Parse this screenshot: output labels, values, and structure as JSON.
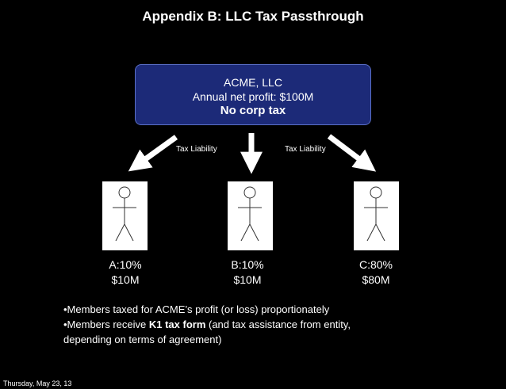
{
  "title": "Appendix B: LLC Tax Passthrough",
  "entity": {
    "name": "ACME, LLC",
    "profit": "Annual net profit: $100M",
    "tax_note": "No corp tax"
  },
  "tax_labels": [
    "Tax Liability",
    "Tax Liability"
  ],
  "members": [
    {
      "share": "A:10%",
      "amount": "$10M"
    },
    {
      "share": "B:10%",
      "amount": "$10M"
    },
    {
      "share": "C:80%",
      "amount": "$80M"
    }
  ],
  "bullets": {
    "line1": "•Members taxed for ACME’s profit (or loss) proportionately",
    "line2_pre": "•Members receive ",
    "line2_bold": "K1 tax form",
    "line2_post": " (and tax assistance from entity,",
    "line3": "depending on terms of agreement)"
  },
  "footer": "Thursday, May 23, 13",
  "colors": {
    "background": "#000000",
    "entity_box": "#1c2a78",
    "text": "#ffffff"
  }
}
